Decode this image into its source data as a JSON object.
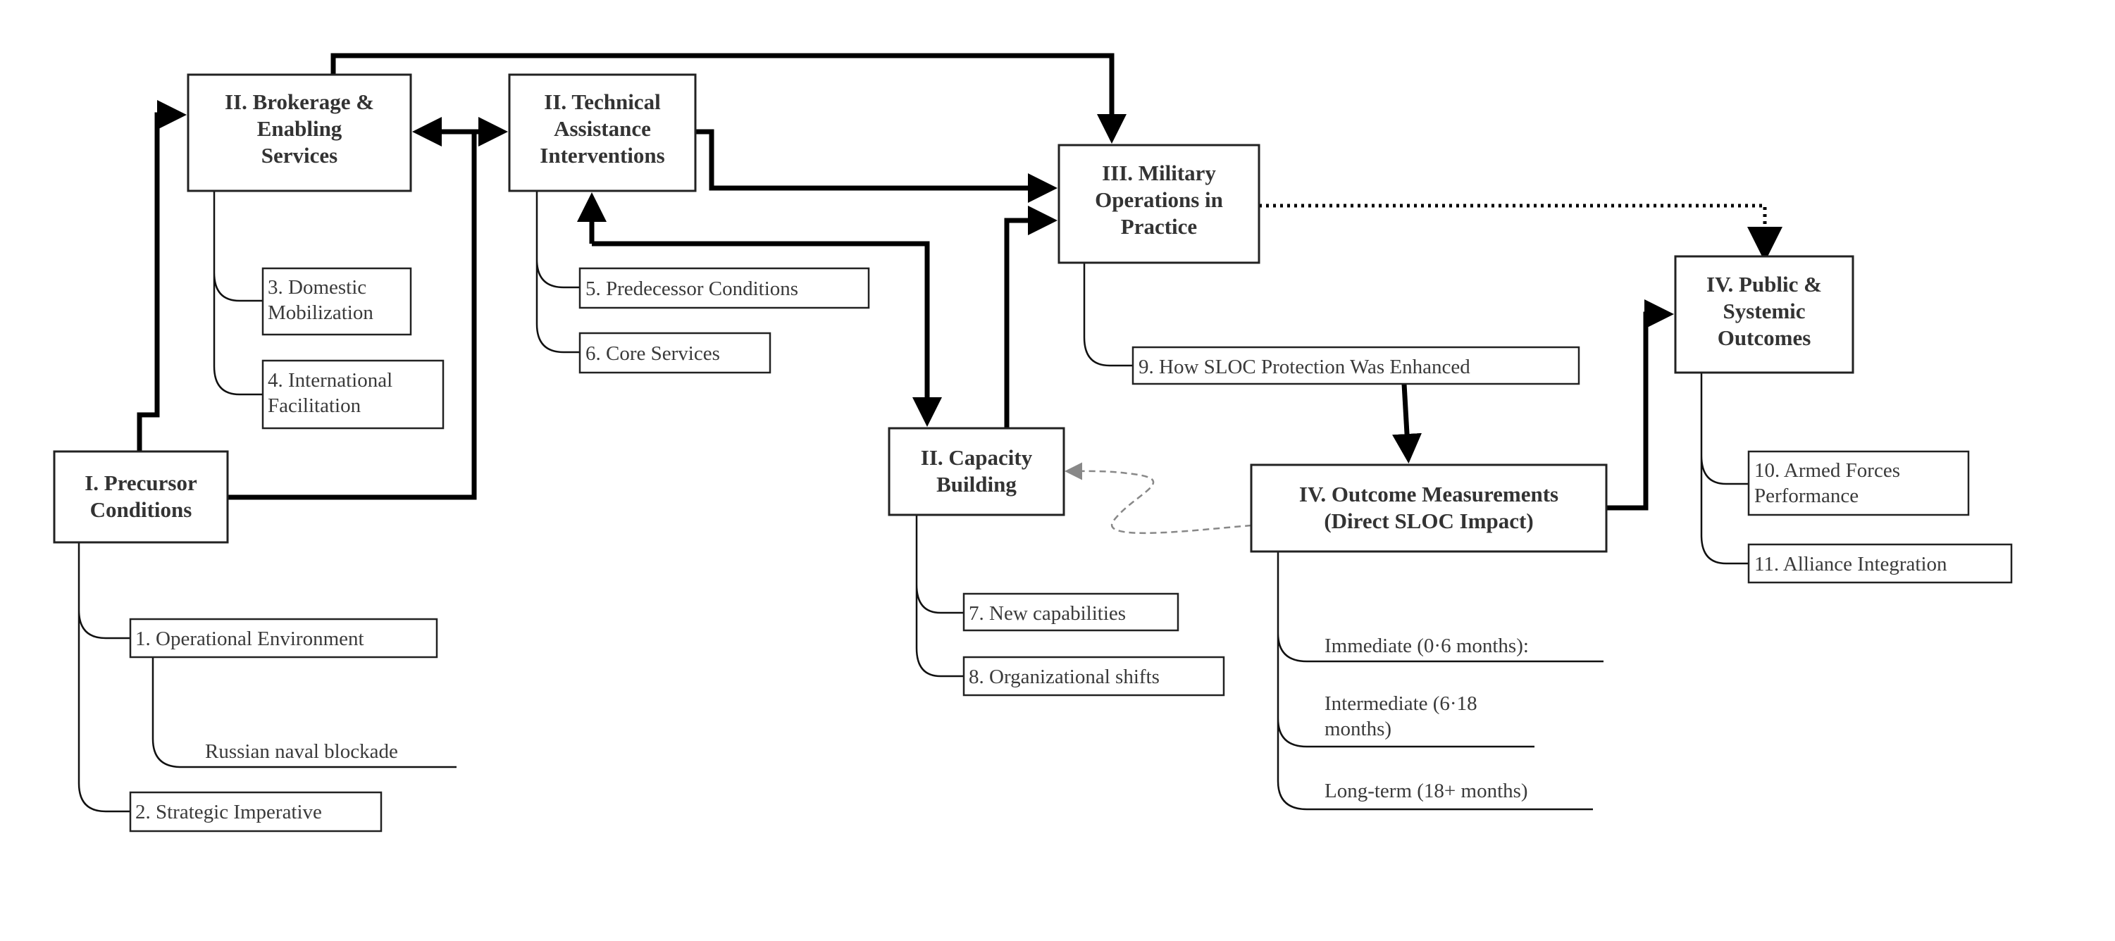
{
  "diagram": {
    "nodes": {
      "precursor": [
        "I. Precursor",
        "Conditions"
      ],
      "brokerage": [
        "II. Brokerage &",
        "Enabling",
        "Services"
      ],
      "technical": [
        "II. Technical",
        "Assistance",
        "Interventions"
      ],
      "military": [
        "III. Military",
        "Operations in",
        "Practice"
      ],
      "capacity": [
        "II. Capacity",
        "Building"
      ],
      "outcome": [
        "IV. Outcome Measurements",
        "(Direct SLOC Impact)"
      ],
      "public": [
        "IV. Public &",
        "Systemic",
        "Outcomes"
      ]
    },
    "leaves": {
      "operational": "1. Operational Environment",
      "blockade": "Russian naval blockade",
      "strategic": "2. Strategic Imperative",
      "domestic": [
        "3. Domestic",
        "Mobilization"
      ],
      "international": [
        "4. International",
        "Facilitation"
      ],
      "predecessor": "5. Predecessor Conditions",
      "core": "6. Core Services",
      "new_cap": "7. New capabilities",
      "org_shifts": "8. Organizational shifts",
      "sloc": "9. How SLOC Protection Was Enhanced",
      "armed": [
        "10.  Armed Forces",
        "Performance"
      ],
      "alliance": "11. Alliance Integration",
      "immediate": "Immediate (0·6 months):",
      "intermediate": [
        "Intermediate (6·18",
        "months)"
      ],
      "longterm": "Long-term (18+ months)"
    },
    "colors": {
      "line": "#000000",
      "feedback": "#888888",
      "text": "#333333"
    }
  }
}
